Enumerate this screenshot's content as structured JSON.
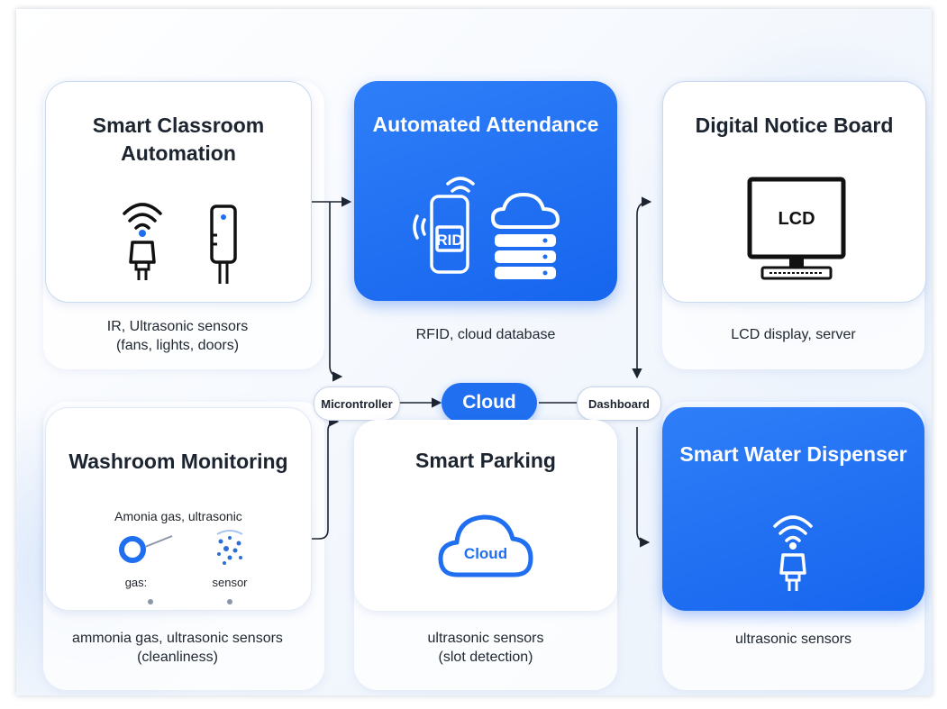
{
  "cards": {
    "classroom": {
      "title_line1": "Smart Classroom",
      "title_line2": "Automation",
      "caption_line1": "IR, Ultrasonic sensors",
      "caption_line2": "(fans, lights, doors)"
    },
    "attendance": {
      "title": "Automated Attendance",
      "rfid_label": "RID",
      "caption": "RFID, cloud database"
    },
    "notice": {
      "title": "Digital Notice Board",
      "screen_label": "LCD",
      "caption": "LCD display, server"
    },
    "washroom": {
      "title": "Washroom Monitoring",
      "subtitle": "Amonia gas, ultrasonic",
      "gas_label": "gas:",
      "sensor_label": "sensor",
      "caption_line1": "ammonia gas, ultrasonic sensors",
      "caption_line2": "(cleanliness)"
    },
    "parking": {
      "title": "Smart Parking",
      "cloud_label": "Cloud",
      "caption_line1": "ultrasonic sensors",
      "caption_line2": "(slot detection)"
    },
    "water": {
      "title": "Smart Water Dispenser",
      "caption": "ultrasonic sensors"
    }
  },
  "hub": {
    "microcontroller": "Microntroller",
    "cloud": "Cloud",
    "dashboard": "Dashboard"
  },
  "colors": {
    "accent": "#1f6ff0",
    "dark_text": "#1c2430",
    "card_border": "#c9d9f1"
  },
  "icons": [
    "wifi-sensor-icon",
    "ir-sensor-icon",
    "rfid-reader-icon",
    "cloud-database-icon",
    "monitor-icon",
    "gas-ring-icon",
    "ultrasonic-dots-icon",
    "cloud-icon",
    "wifi-sensor-icon"
  ]
}
